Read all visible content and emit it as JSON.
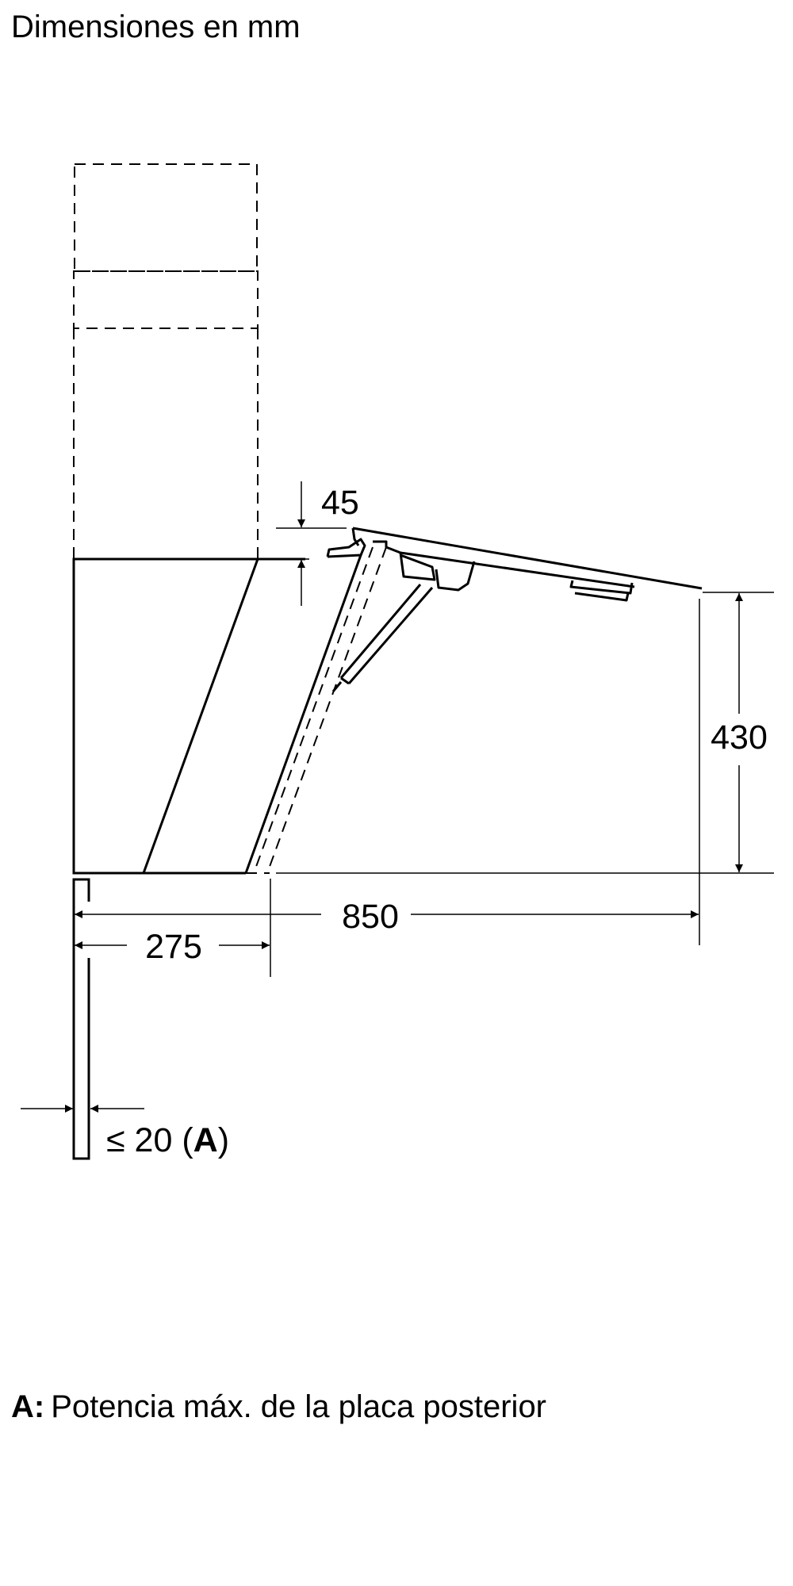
{
  "header": {
    "title": "Dimensiones en mm"
  },
  "dimensions": {
    "d45": "45",
    "d430": "430",
    "d850": "850",
    "d275": "275",
    "d20": {
      "prefix": "≤ 20 (",
      "key": "A",
      "suffix": ")"
    }
  },
  "legend": {
    "key": "A:",
    "text": "Potencia máx. de la placa posterior"
  },
  "colors": {
    "line": "#000000",
    "background": "#ffffff"
  }
}
